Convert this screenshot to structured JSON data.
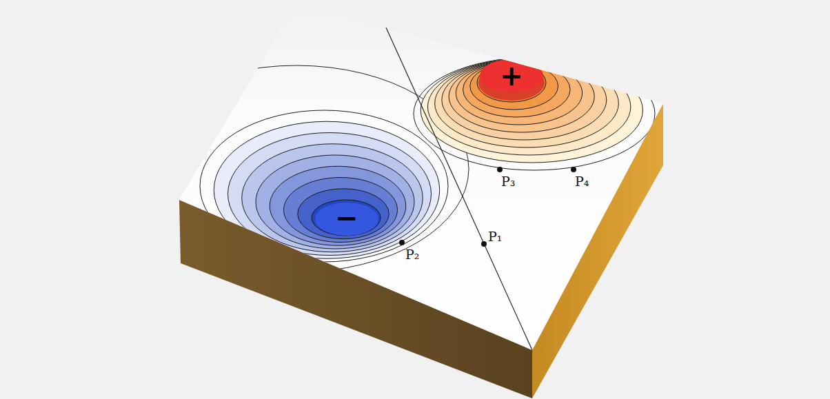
{
  "diagram": {
    "labels": [
      "+",
      "−",
      "P₁",
      "P₂",
      "P₃",
      "P₄"
    ]
  }
}
